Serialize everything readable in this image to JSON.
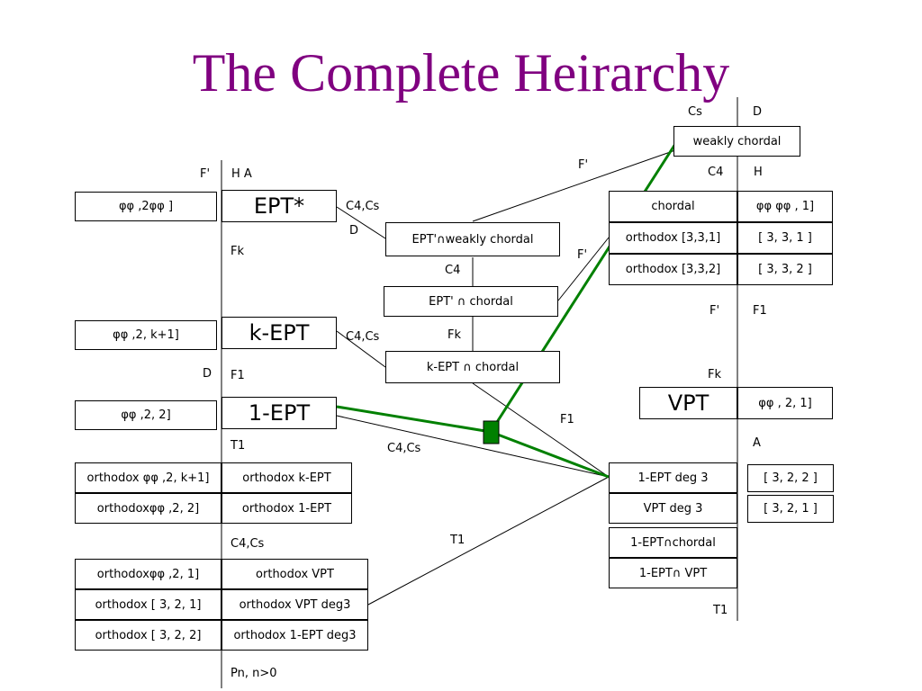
{
  "title": "The Complete Heirarchy",
  "colors": {
    "title": "#800080",
    "highlight": "#008000",
    "line": "#000000"
  },
  "left_header": {
    "f_prime": "F'",
    "ha": "H  A"
  },
  "right_header": {
    "cs": "Cs",
    "d": "D",
    "c4": "C4",
    "h": "H"
  },
  "left_column": {
    "ept_star_range": "φφ  ,2φφ  ]",
    "ept_star": "EPT*",
    "fk": "Fk",
    "kept_range": "φφ  ,2, k+1]",
    "kept": "k-EPT",
    "d": "D",
    "f1": "F1",
    "oneept_range": "φφ  ,2, 2]",
    "oneept": "1-EPT",
    "t1": "T1",
    "orth_k_range": "orthodox φφ  ,2, k+1]",
    "orth_k": "orthodox k-EPT",
    "orth_1_range": "orthodoxφφ   ,2, 2]",
    "orth_1": "orthodox 1-EPT",
    "c4cs": "C4,Cs",
    "orth_vpt_range": "orthodoxφφ  ,2, 1]",
    "orth_vpt": "orthodox VPT",
    "orth_321": "orthodox [ 3, 2, 1]",
    "orth_vpt_deg3": "orthodox VPT deg3",
    "orth_322": "orthodox [ 3, 2, 2]",
    "orth_1ept_deg3": "orthodox 1-EPT deg3",
    "pn": "Pn, n>0"
  },
  "middle": {
    "c4cs_top": "C4,Cs",
    "d_top": "D",
    "ept_weakly": "EPT'∩weakly chordal",
    "c4": "C4",
    "ept_chordal": "EPT'  ∩  chordal",
    "c4cs_mid": "C4,Cs",
    "fk": "Fk",
    "kept_chordal": "k-EPT  ∩ chordal",
    "f1": "F1",
    "c4cs_low": "C4,Cs",
    "t1": "T1",
    "f_prime_top": "F'",
    "f_prime_right": "F'"
  },
  "right_column": {
    "weakly_chordal": "weakly chordal",
    "chordal": "chordal",
    "chordal_range": "φφ  φφ   , 1]",
    "orth_331": "orthodox [3,3,1]",
    "range_331": "[ 3, 3, 1 ]",
    "orth_332": "orthodox [3,3,2]",
    "range_332": "[ 3, 3, 2 ]",
    "f_prime": "F'",
    "f1": "F1",
    "fk": "Fk",
    "vpt": "VPT",
    "vpt_range": "φφ  , 2, 1]",
    "a": "A",
    "oneept_deg3": "1-EPT deg 3",
    "range_322": "[ 3, 2, 2 ]",
    "vpt_deg3": "VPT deg 3",
    "range_321": "[ 3, 2, 1 ]",
    "oneept_chordal": "1-EPT∩chordal",
    "oneept_vpt": "1-EPT∩  VPT",
    "t1": "T1"
  }
}
